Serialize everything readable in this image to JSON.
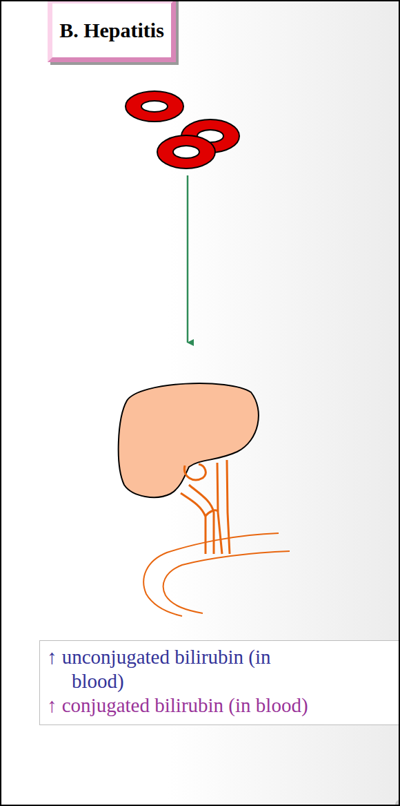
{
  "diagram": {
    "title": "B. Hepatitis",
    "nodes": [
      {
        "text": [
          "↑ unconjugated bilirubin (in blood)",
          "↑ conjugated bilirubin (in blood)"
        ]
      }
    ]
  }
}
